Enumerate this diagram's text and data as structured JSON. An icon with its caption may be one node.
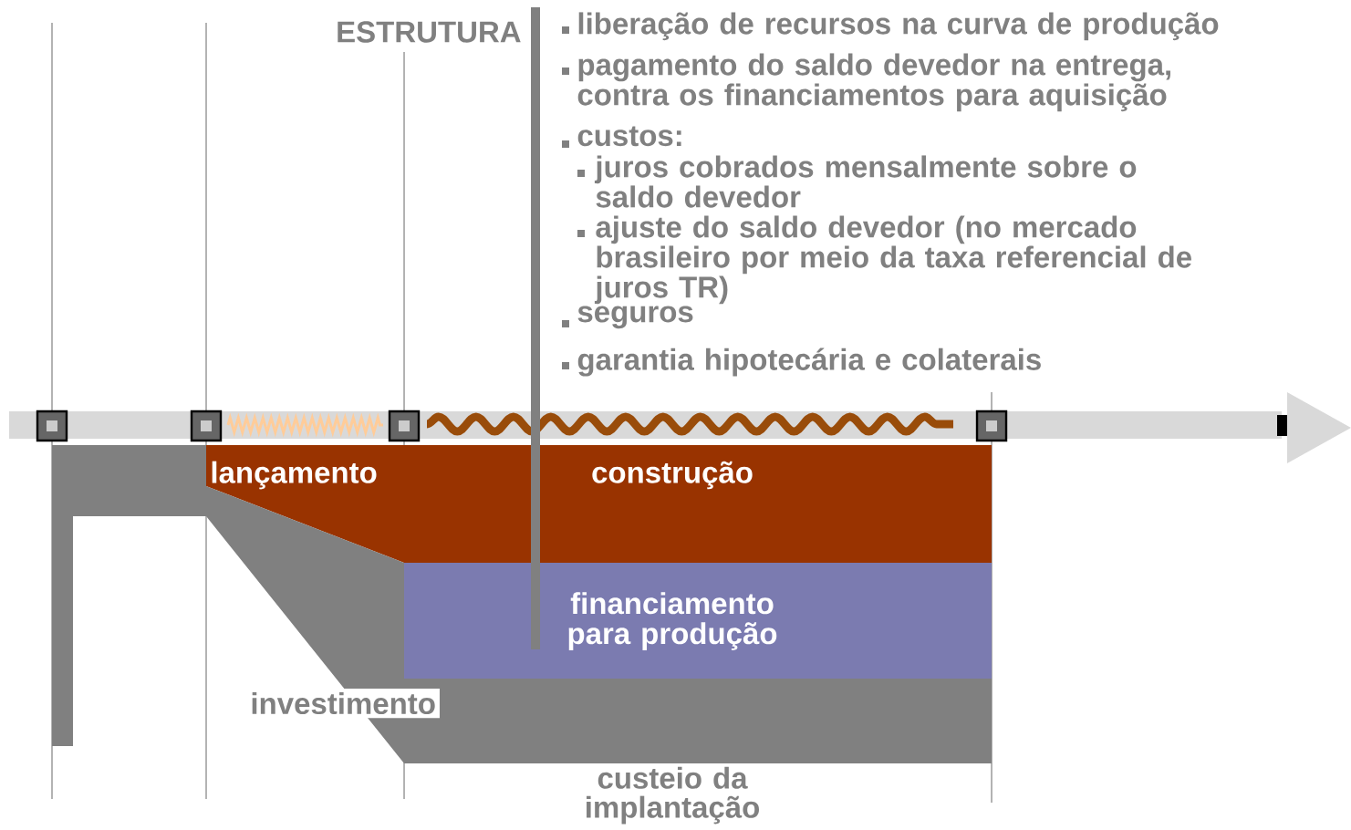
{
  "diagram": {
    "nodes": [
      {
        "text": [
          "ESTRUTURA"
        ]
      },
      {
        "text": [
          "lançamento",
          "construção"
        ]
      },
      {
        "text": [
          "financiamento para produção"
        ]
      },
      {
        "text": [
          "investimento"
        ]
      }
    ],
    "edges": [
      {
        "from": 0,
        "to": 2,
        "arrow": "none"
      }
    ],
    "labels": [
      "liberação de recursos na curva de produção",
      "pagamento do saldo devedor na entrega, contra os financiamentos para aquisição",
      "custos:",
      "juros cobrados mensalmente sobre o saldo devedor",
      "ajuste do saldo devedor (no mercado brasileiro por meio da taxa referencial de juros TR)",
      "seguros",
      "garantia hipotecária e colaterais",
      "custeio da implantação"
    ]
  }
}
